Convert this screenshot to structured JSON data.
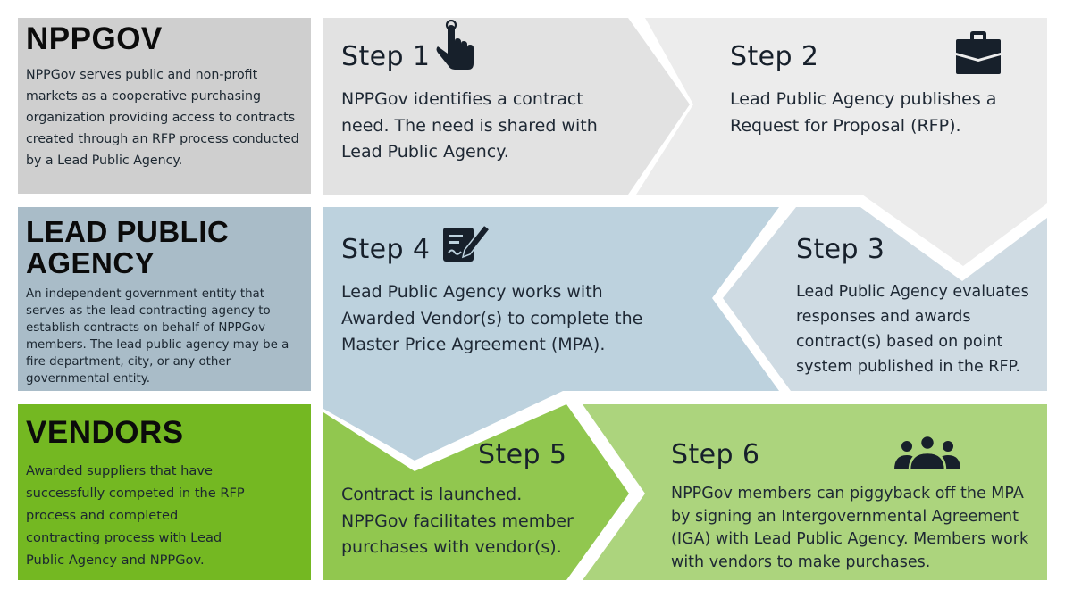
{
  "roles": [
    {
      "title": "NPPGOV",
      "description": "NPPGov serves public and non-profit markets as a cooperative purchasing organization providing access to contracts created through an RFP process conducted by a Lead Public Agency.",
      "color": "#cfcfcf"
    },
    {
      "title": "LEAD PUBLIC AGENCY",
      "description": "An independent government entity that serves as the lead contracting agency to establish contracts on behalf of NPPGov members. The lead public agency may be a fire department, city, or any other governmental entity.",
      "color": "#a9bcc8"
    },
    {
      "title": "VENDORS",
      "description": "Awarded suppliers that have successfully competed in the RFP process and completed contracting process with Lead Public Agency and NPPGov.",
      "color": "#74b822"
    }
  ],
  "steps": [
    {
      "title": "Step 1",
      "description": "NPPGov identifies a contract need. The need is shared with Lead Public Agency.",
      "icon": "pointing-hand-icon",
      "color": "#e2e2e2"
    },
    {
      "title": "Step 2",
      "description": "Lead Public Agency publishes a Request for Proposal (RFP).",
      "icon": "briefcase-icon",
      "color": "#ececec"
    },
    {
      "title": "Step 3",
      "description": "Lead Public Agency evaluates responses and awards contract(s) based on point system published in the RFP.",
      "icon": "",
      "color": "#cfdbe3"
    },
    {
      "title": "Step 4",
      "description": "Lead Public Agency works with Awarded Vendor(s) to complete the Master Price Agreement (MPA).",
      "icon": "sign-document-icon",
      "color": "#bdd2de"
    },
    {
      "title": "Step 5",
      "description": "Contract is launched. NPPGov facilitates member purchases with vendor(s).",
      "icon": "",
      "color": "#91c74f"
    },
    {
      "title": "Step 6",
      "description": "NPPGov members can piggyback off the MPA by signing an Intergovernmental Agreement (IGA) with Lead Public Agency. Members work with vendors to make purchases.",
      "icon": "group-icon",
      "color": "#acd47d"
    }
  ]
}
